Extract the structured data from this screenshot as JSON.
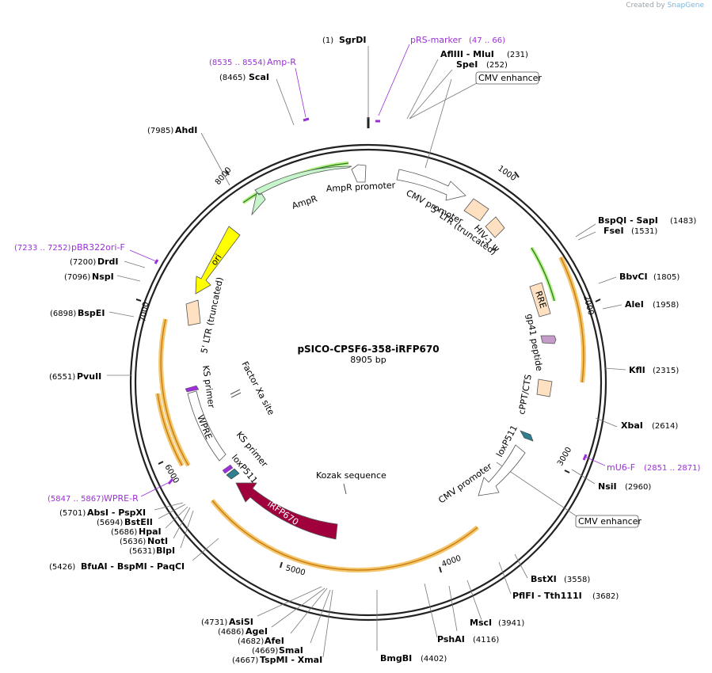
{
  "watermark": {
    "prefix": "Created by",
    "brand": "SnapGene"
  },
  "plasmid": {
    "name": "pSICO-CPSF6-358-iRFP670",
    "size_label": "8905 bp",
    "length": 8905
  },
  "colors": {
    "backbone": "#222222",
    "primer": "#9b30d6",
    "orf_highlight": "#f5c56b",
    "orf_line": "#c77d10",
    "ampr_fill": "#c6f5cc",
    "ori_fill": "#ffff00",
    "ltr_fill": "#ffe1c2",
    "irfp_fill": "#a0003c",
    "lox_fill": "#2f7f8f",
    "gp41_fill": "#c49bc9"
  },
  "ticks": [
    {
      "pos": 1000,
      "label": "1000"
    },
    {
      "pos": 2000,
      "label": "2000"
    },
    {
      "pos": 3000,
      "label": "3000"
    },
    {
      "pos": 4000,
      "label": "4000"
    },
    {
      "pos": 5000,
      "label": "5000"
    },
    {
      "pos": 6000,
      "label": "6000"
    },
    {
      "pos": 7000,
      "label": "7000"
    },
    {
      "pos": 8000,
      "label": "8000"
    }
  ],
  "sites": [
    {
      "name": "SgrDI",
      "pos_label": "(1)"
    },
    {
      "name": "AflIII  - MluI",
      "pos_label": "(231)"
    },
    {
      "name": "SpeI",
      "pos_label": "(252)"
    },
    {
      "name": "BspQI  - SapI",
      "pos_label": "(1483)"
    },
    {
      "name": "FseI",
      "pos_label": "(1531)"
    },
    {
      "name": "BbvCI",
      "pos_label": "(1805)"
    },
    {
      "name": "AleI",
      "pos_label": "(1958)"
    },
    {
      "name": "KflI",
      "pos_label": "(2315)"
    },
    {
      "name": "XbaI",
      "pos_label": "(2614)"
    },
    {
      "name": "NsiI",
      "pos_label": "(2960)"
    },
    {
      "name": "BstXI",
      "pos_label": "(3558)"
    },
    {
      "name": "PflFI  - Tth111I",
      "pos_label": "(3682)"
    },
    {
      "name": "MscI",
      "pos_label": "(3941)"
    },
    {
      "name": "PshAI",
      "pos_label": "(4116)"
    },
    {
      "name": "BmgBI",
      "pos_label": "(4402)"
    },
    {
      "name": "AsiSI",
      "pos_label": "(4731)"
    },
    {
      "name": "AgeI",
      "pos_label": "(4686)"
    },
    {
      "name": "AfeI",
      "pos_label": "(4682)"
    },
    {
      "name": "SmaI",
      "pos_label": "(4669)"
    },
    {
      "name": "TspMI  - XmaI",
      "pos_label": "(4667)"
    },
    {
      "name": "BfuAI  - BspMI  - PaqCI",
      "pos_label": "(5426)"
    },
    {
      "name": "BlpI",
      "pos_label": "(5631)"
    },
    {
      "name": "NotI",
      "pos_label": "(5636)"
    },
    {
      "name": "HpaI",
      "pos_label": "(5686)"
    },
    {
      "name": "BstEII",
      "pos_label": "(5694)"
    },
    {
      "name": "AbsI  - PspXI",
      "pos_label": "(5701)"
    },
    {
      "name": "PvuII",
      "pos_label": "(6551)"
    },
    {
      "name": "BspEI",
      "pos_label": "(6898)"
    },
    {
      "name": "NspI",
      "pos_label": "(7096)"
    },
    {
      "name": "DrdI",
      "pos_label": "(7200)"
    },
    {
      "name": "AhdI",
      "pos_label": "(7985)"
    },
    {
      "name": "ScaI",
      "pos_label": "(8465)"
    }
  ],
  "primers": [
    {
      "name": "pRS-marker",
      "range": "(47 .. 66)"
    },
    {
      "name": "Amp-R",
      "range": "(8535 .. 8554)"
    },
    {
      "name": "pBR322ori-F",
      "range": "(7233 .. 7252)"
    },
    {
      "name": "mU6-F",
      "range": "(2851 .. 2871)"
    },
    {
      "name": "WPRE-R",
      "range": "(5847 .. 5867)"
    }
  ],
  "boxed_features": [
    {
      "name": "CMV enhancer"
    },
    {
      "name": "CMV enhancer"
    }
  ],
  "features": {
    "cmv_promoter_1": "CMV promoter",
    "ltr5_trunc_right": "5' LTR (truncated)",
    "hiv_psi": "HIV-1 Ψ",
    "rre": "RRE",
    "gp41": "gp41 peptide",
    "cppt": "cPPT/CTS",
    "loxp_1": "loxP511",
    "cmv_promoter_2": "CMV promoter",
    "kozak": "Kozak sequence",
    "irfp": "iRFP670",
    "loxp_2": "loxP511",
    "ks_primer_1": "KS primer",
    "wpre": "WPRE",
    "ks_primer_2": "KS primer",
    "factor_xa": "Factor Xa site",
    "ltr5_trunc_left": "5' LTR (truncated)",
    "ori": "ori",
    "ampr": "AmpR",
    "ampr_promoter": "AmpR promoter"
  }
}
